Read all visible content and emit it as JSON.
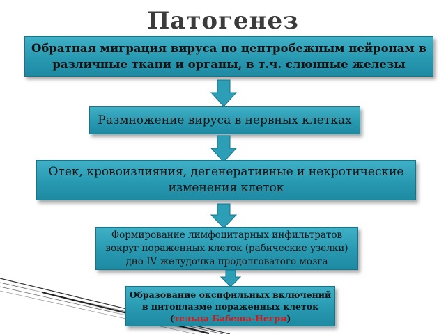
{
  "slide": {
    "title": "Патогенез"
  },
  "flow": {
    "step1": {
      "line1": "Обратная миграция вируса по центробежным нейронам в",
      "line2": "различные ткани и органы, в т.ч. слюнные железы"
    },
    "step2": {
      "line1": "Размножение вируса в нервных клетках"
    },
    "step3": {
      "line1": "Отек, кровоизлияния, дегенеративные и некротические",
      "line2": "изменения клеток"
    },
    "step4": {
      "line1": "Формирование лимфоцитарных инфильтратов",
      "line2": "вокруг пораженных клеток (рабические узелки)",
      "line3": "дно IV желудочка продолговатого мозга"
    },
    "step5": {
      "line1": "Образование оксифильных включений",
      "line2": "в цитоплазме пораженных клеток",
      "open_paren": "(",
      "highlight": "тельца Бабеша-Негри",
      "close_paren": ")"
    }
  },
  "colors": {
    "box_fill": "#2799b1",
    "arrow_fill": "#2c9fb7",
    "highlight": "#d81818",
    "title": "#3b3b3b"
  },
  "icons": {
    "arrow": "down-arrow-icon"
  }
}
